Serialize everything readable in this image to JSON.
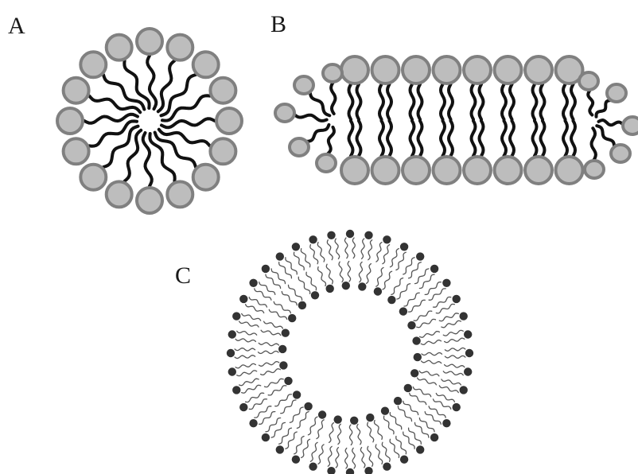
{
  "panels": [
    {
      "label": "A",
      "structure": "micelle",
      "head_count": 16
    },
    {
      "label": "B",
      "structure": "bicelle",
      "heads_per_leaflet": 8,
      "edge_heads_per_cap": 5
    },
    {
      "label": "C",
      "structure": "liposome",
      "outer_head_count": 40,
      "inner_head_count": 26
    }
  ],
  "colors": {
    "head_fill": "#bdbdbd",
    "head_outline": "#808080",
    "tail": "#111111",
    "small_head": "#333333",
    "small_tail": "#555555"
  }
}
